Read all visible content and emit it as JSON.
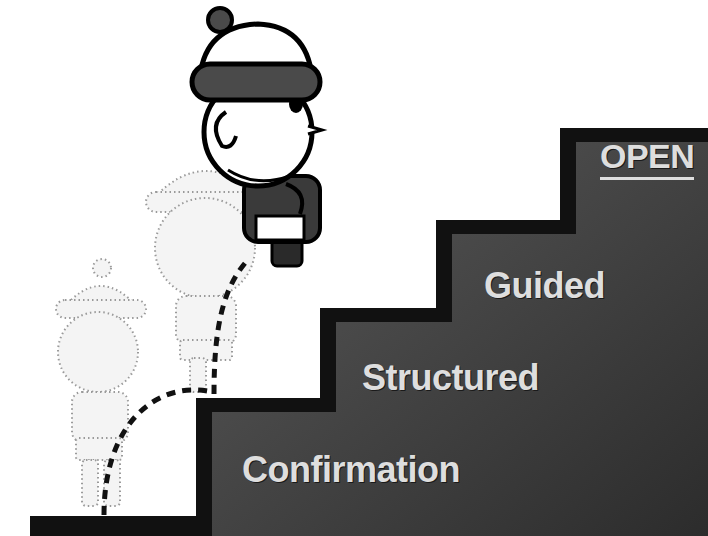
{
  "diagram": {
    "nodes": [
      {
        "text": [
          "Confirmation"
        ]
      },
      {
        "text": [
          "Structured"
        ]
      },
      {
        "text": [
          "Guided"
        ]
      },
      {
        "text": [
          "OPEN"
        ]
      }
    ]
  }
}
